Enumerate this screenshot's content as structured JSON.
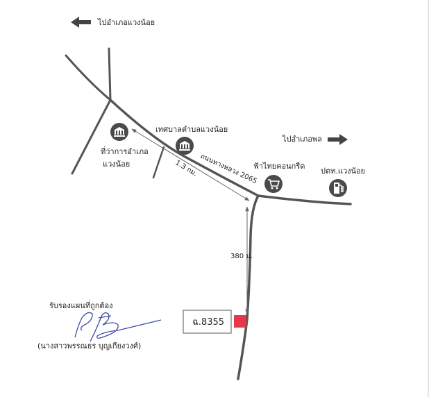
{
  "directions": {
    "left_label": "ไปอำเภอแวงน้อย",
    "right_label": "ไปอำเภอพล"
  },
  "road": {
    "name": "ถนนทางหลวง 2065"
  },
  "distances": {
    "diag": "1.3 กม.",
    "vert": "380 ม."
  },
  "places": {
    "district_office": {
      "line1": "ที่ว่าการอำเภอ",
      "line2": "แวงน้อย",
      "icon": "government-building-icon"
    },
    "municipality": {
      "label": "เทศบาลตำบลแวงน้อย",
      "icon": "government-building-icon"
    },
    "concrete": {
      "label": "ฟ้าไทยคอนกรีต",
      "icon": "shopping-cart-icon"
    },
    "ptt": {
      "label": "ปตท.แวงน้อย",
      "icon": "fuel-pump-icon"
    }
  },
  "site": {
    "code": "ฉ.8355",
    "marker_color": "#e8374a"
  },
  "certification": {
    "line1": "รับรองแผนที่ถูกต้อง",
    "line2": "(นางสาวพรรณธร บุญเกียงวงศ์)",
    "signature_color": "#3a4aa8"
  },
  "colors": {
    "road": "#555555",
    "icon_fill": "#4a4a4a",
    "arrow": "#444444"
  }
}
